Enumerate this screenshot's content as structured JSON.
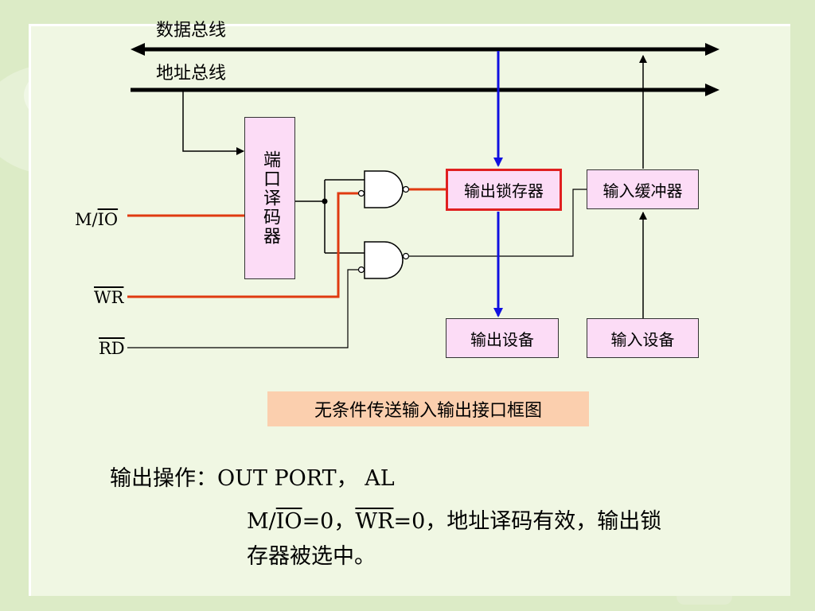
{
  "buses": {
    "data_bus": "数据总线",
    "address_bus": "地址总线"
  },
  "components": {
    "port_decoder": "端口译码器",
    "output_latch": "输出锁存器",
    "input_buffer": "输入缓冲器",
    "output_device": "输出设备",
    "input_device": "输入设备"
  },
  "signals": {
    "m_io_prefix": "M/",
    "m_io_bar": "IO",
    "wr_bar": "WR",
    "rd_bar": "RD"
  },
  "caption": "无条件传送输入输出接口框图",
  "text": {
    "line1": "输出操作：OUT  PORT， AL",
    "line2_a": "M/",
    "line2_b": "IO",
    "line2_c": "=0，",
    "line2_d": "WR",
    "line2_e": "=0，地址译码有效，输出锁",
    "line3": "存器被选中。"
  },
  "colors": {
    "control_line": "#e03a10",
    "data_flow": "#1010e0",
    "box_fill": "#fcdcf6",
    "highlight_border": "#e02020",
    "caption_fill": "#fbcfae"
  }
}
